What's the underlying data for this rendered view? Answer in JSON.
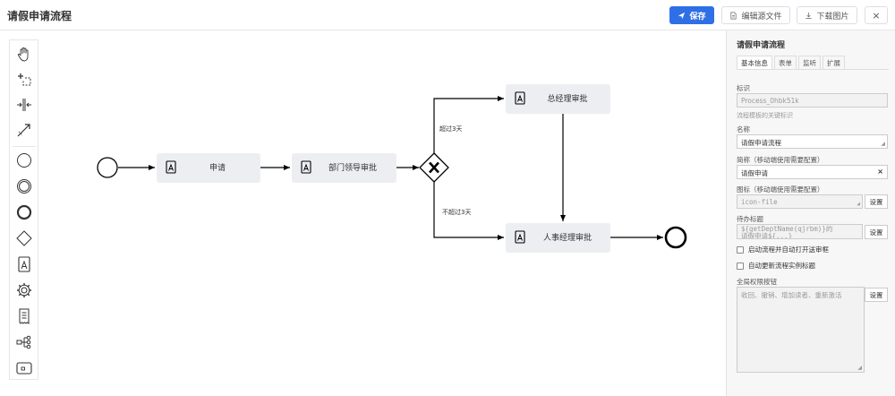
{
  "header": {
    "title": "请假申请流程",
    "save_label": "保存",
    "edit_source_label": "编辑源文件",
    "download_image_label": "下载图片",
    "close_label": "×"
  },
  "palette": {
    "tools": [
      "hand-tool-icon",
      "lasso-tool-icon",
      "space-tool-icon",
      "global-connect-icon",
      "start-event-icon",
      "intermediate-event-icon",
      "end-event-icon",
      "exclusive-gateway-icon",
      "user-task-icon",
      "service-task-icon",
      "script-task-icon",
      "subprocess-icon",
      "expanded-subprocess-icon"
    ]
  },
  "diagram": {
    "tasks": {
      "apply": "申请",
      "dept_leader": "部门领导审批",
      "gm": "总经理审批",
      "hr": "人事经理审批"
    },
    "flows": {
      "over3": "超过3天",
      "not_over3": "不超过3天"
    },
    "colors": {
      "task_fill": "#eceef2",
      "stroke": "#000000",
      "accent": "#2f6fe6"
    }
  },
  "panel": {
    "title": "请假申请流程",
    "tabs": [
      "基本信息",
      "表单",
      "监听",
      "扩展"
    ],
    "id_label": "标识",
    "id_value": "Process_0hbk51k",
    "id_hint": "流程模板的关键标识",
    "name_label": "名称",
    "name_value": "请假申请流程",
    "short_label": "简称（移动端使用需要配置）",
    "short_value": "请假申请",
    "icon_label": "图标（移动端使用需要配置）",
    "icon_value": "icon-file",
    "todo_label": "待办标题",
    "todo_value": "${getDeptName(qjrbm)}的",
    "todo_value2": "请假申请${...}",
    "set_label": "设置",
    "checkbox1": "启动流程并自动打开送审框",
    "checkbox2": "自动更新流程实例标题",
    "perm_label": "全局权限按钮",
    "perm_value": "收回、撤销、增加读者、重新激活"
  }
}
